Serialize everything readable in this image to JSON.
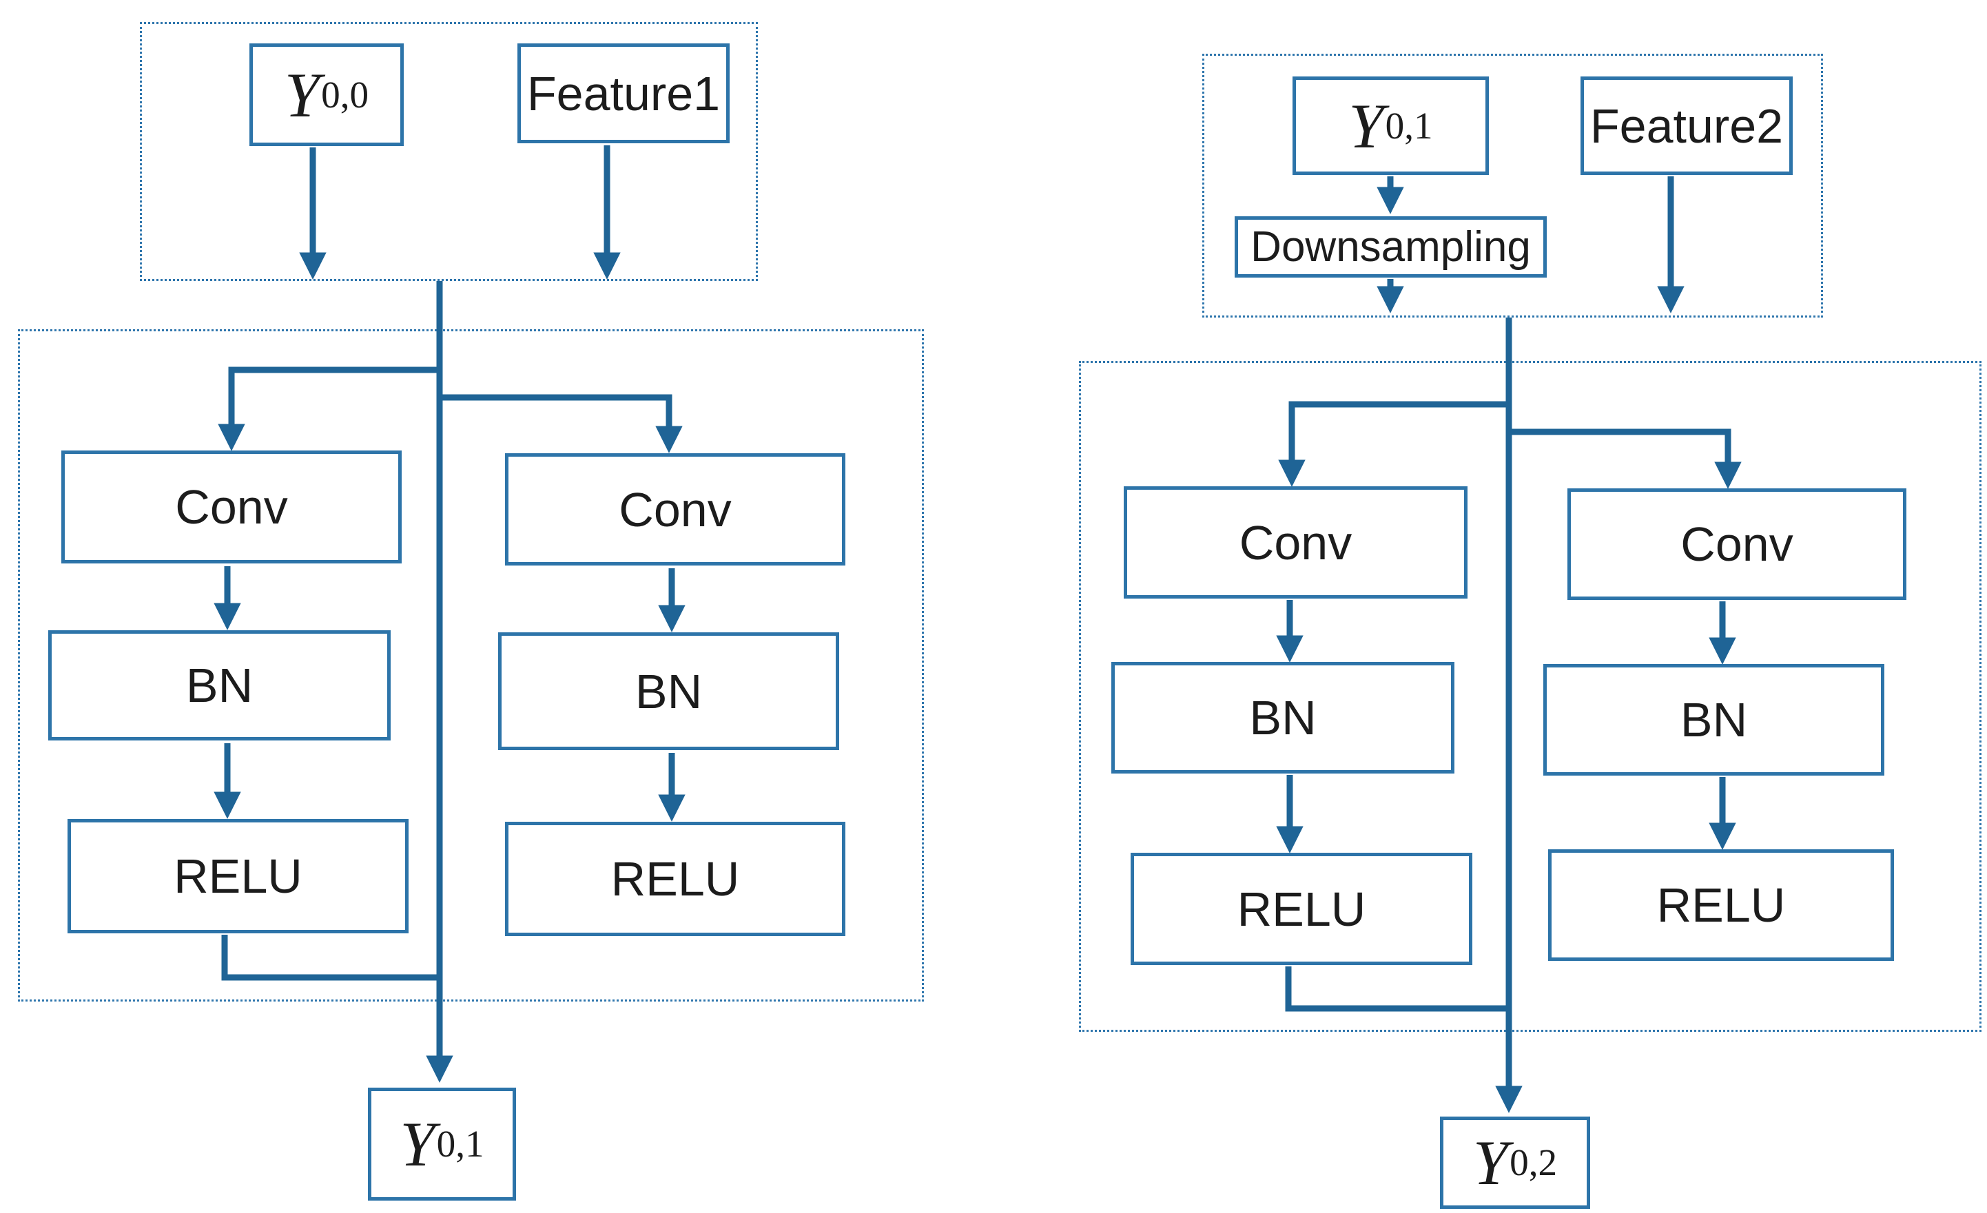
{
  "figure": {
    "colors": {
      "line": "#1f6496",
      "box_border": "#2d74a9",
      "dotted_border": "#2f76ad",
      "text": "#1c1c1c",
      "background": "#ffffff"
    },
    "left_block": {
      "input_group": {
        "y_input": {
          "base": "Y",
          "sup": "0,0"
        },
        "feature_input": "Feature1"
      },
      "branch_left": {
        "conv": "Conv",
        "bn": "BN",
        "relu": "RELU"
      },
      "branch_right": {
        "conv": "Conv",
        "bn": "BN",
        "relu": "RELU"
      },
      "output": {
        "base": "Y",
        "sup": "0,1"
      }
    },
    "right_block": {
      "input_group": {
        "y_input": {
          "base": "Y",
          "sup": "0,1"
        },
        "downsampling": "Downsampling",
        "feature_input": "Feature2"
      },
      "branch_left": {
        "conv": "Conv",
        "bn": "BN",
        "relu": "RELU"
      },
      "branch_right": {
        "conv": "Conv",
        "bn": "BN",
        "relu": "RELU"
      },
      "output": {
        "base": "Y",
        "sup": "0,2"
      }
    }
  }
}
